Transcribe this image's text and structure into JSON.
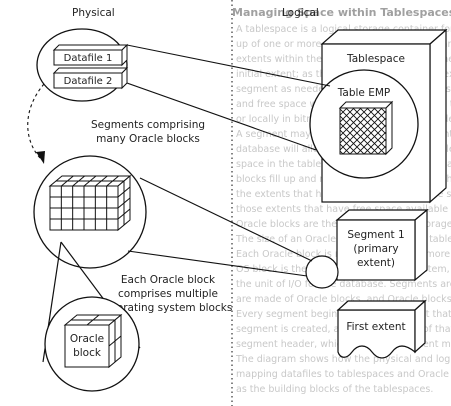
{
  "header": {
    "physical": "Physical",
    "logical": "Logical"
  },
  "background": {
    "title": "Managing Space within Tablespaces",
    "lines": [
      "A tablespace is a logical storage container for segments. Tablespaces are made",
      "up of one or more datafiles, and segments are allocated storage in the form of",
      "extents within the tablespace. When a segment is first created it is given an",
      "initial extent; as the data grows, additional extents are allocated to the",
      "segment as needed. The space in datafiles is used as extents are allocated,",
      "and free space within the tablespace can be tracked in the data dictionary",
      "or locally in bitmaps within the datafile headers themselves.",
      "A segment may be extended with new extents up to its maximum, and the",
      "database will allocate space from any datafile that belongs to the",
      "space in the tablespace. As DML operations add rows to segments the",
      "blocks fill up and new extents are needed. The segment header keeps track of",
      "the extents that have been allocated to the segment and the blocks within",
      "those extents that have free space available for inserts.",
      "Oracle blocks are the smallest unit of storage the database reads and writes.",
      "The size of an Oracle block is fixed for a tablespace when it is created.",
      "Each Oracle block is made up of one or more operating system blocks. The",
      "OS block is the unit of I/O for the file system, while the Oracle block is",
      "the unit of I/O for the database. Segments are made of extents, extents",
      "are made of Oracle blocks, and Oracle blocks are made of OS blocks.",
      "Every segment begins with a first extent that is allocated when the",
      "segment is created, and the first block of that extent holds the",
      "segment header, which records the extent map of the segment.",
      "The diagram shows how the physical and logical structures relate,",
      "mapping datafiles to tablespaces and Oracle blocks to OS blocks",
      "as the building blocks of the tablespaces."
    ]
  },
  "physical": {
    "datafile1": "Datafile 1",
    "datafile2": "Datafile 2",
    "segments_caption": [
      "Segments comprising",
      "many Oracle blocks"
    ],
    "block_caption": [
      "Each Oracle block",
      "comprises  multiple",
      "operating system blocks"
    ],
    "oracle_block": [
      "Oracle",
      "block"
    ]
  },
  "logical": {
    "tablespace": "Tablespace",
    "table_emp": "Table EMP",
    "segment1": [
      "Segment 1",
      "(primary",
      "extent)"
    ],
    "first_extent": "First extent"
  },
  "colors": {
    "line": "#111111",
    "face": "#ffffff",
    "divider": "#333333",
    "background_text": "#c8c8c8"
  }
}
